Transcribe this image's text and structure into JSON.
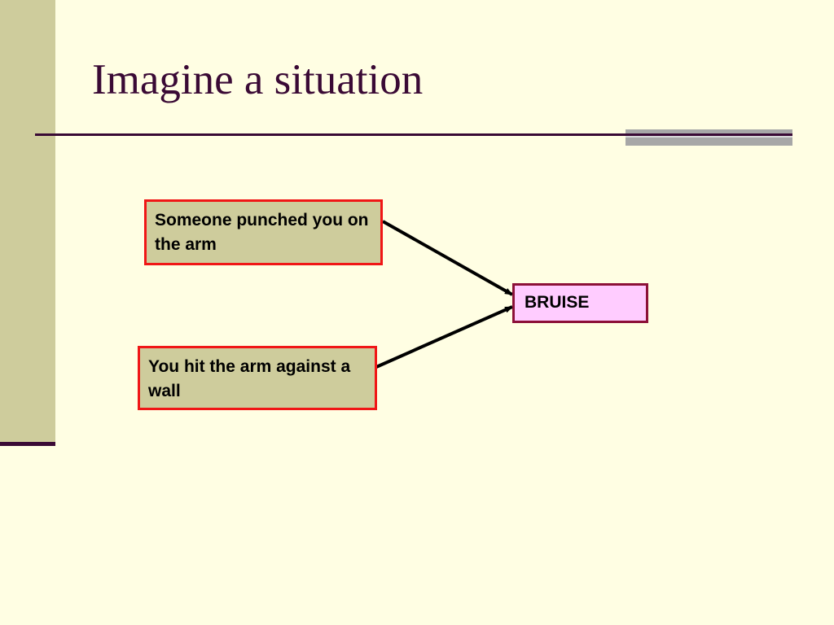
{
  "slide": {
    "title": "Imagine a situation"
  },
  "diagram": {
    "cause_1": "Someone punched you on the arm",
    "cause_2": "You hit the arm against a wall",
    "effect": "BRUISE"
  },
  "colors": {
    "background": "#FFFEE3",
    "sidebar": "#CECC9C",
    "title_text": "#3A0A35",
    "cause_border": "#F01616",
    "cause_fill": "#CECC9C",
    "effect_border": "#8C1038",
    "effect_fill": "#FFCCFF"
  }
}
